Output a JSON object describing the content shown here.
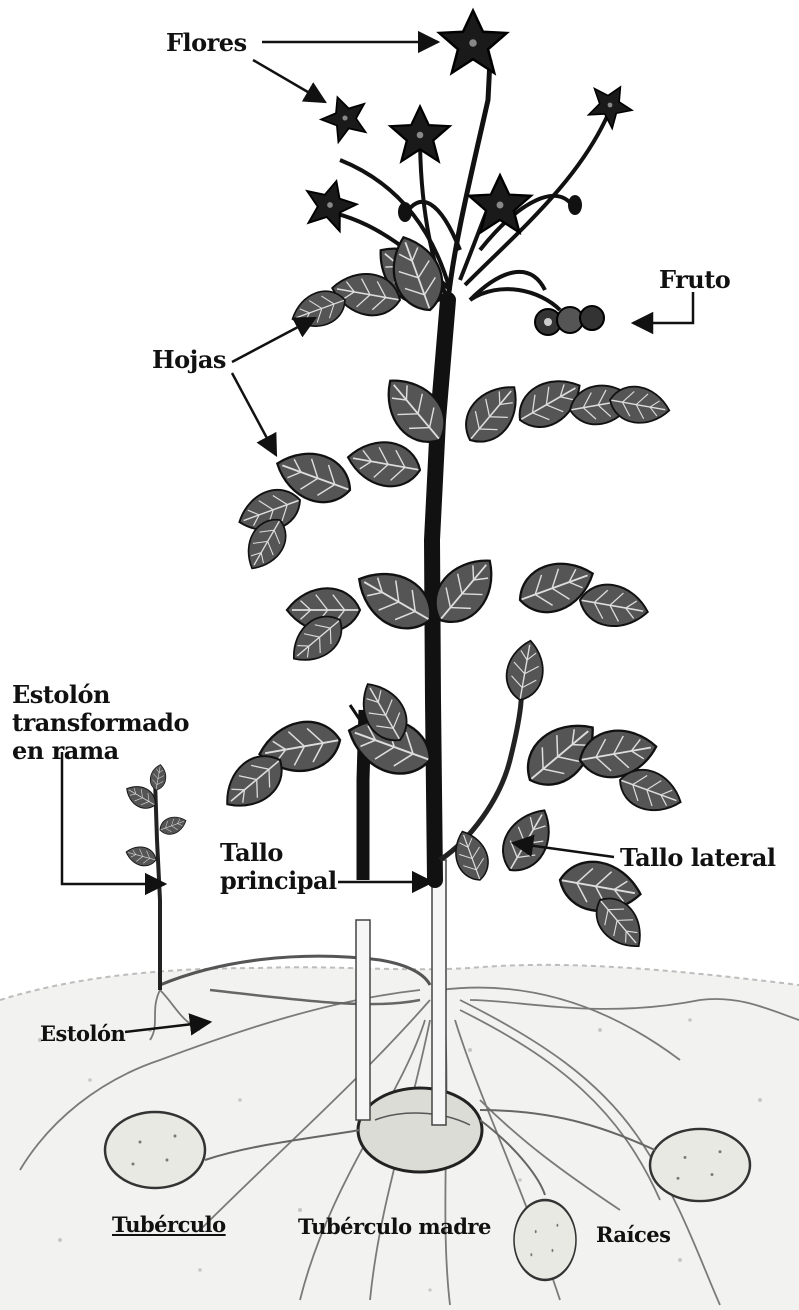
{
  "labels": {
    "flores": "Flores",
    "fruto": "Fruto",
    "hojas": "Hojas",
    "estolon_rama_line1": "Estolón",
    "estolon_rama_line2": "transformado",
    "estolon_rama_line3": "en rama",
    "tallo_principal_line1": "Tallo",
    "tallo_principal_line2": "principal",
    "tallo_lateral": "Tallo lateral",
    "estolon": "Estolón",
    "tuberculo": "Tubérculo",
    "tuberculo_madre": "Tubérculo madre",
    "raices": "Raíces"
  },
  "colors": {
    "ink": "#111111",
    "leaf_fill": "#5a5a5a",
    "leaf_vein": "#d8d8d8",
    "flower_fill": "#1a1a1a",
    "soil": "#bdbdbd",
    "tuber_fill": "#e9e9e4",
    "root": "#7a7a7a"
  }
}
